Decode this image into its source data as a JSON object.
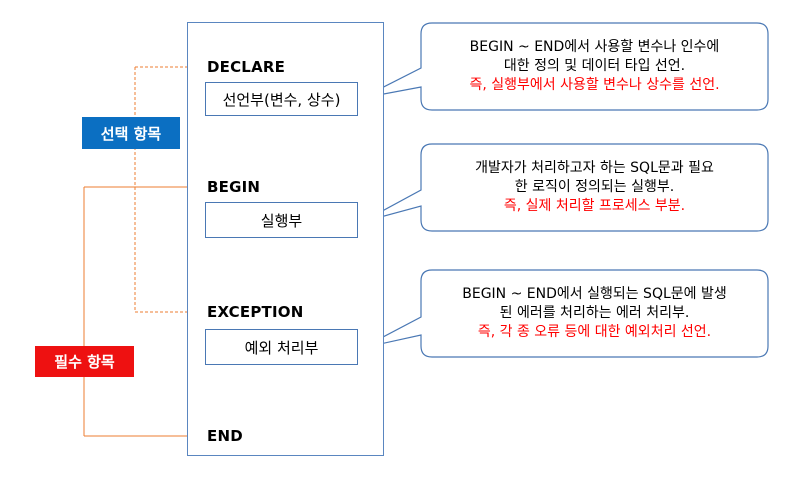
{
  "sections": {
    "declare": {
      "label": "DECLARE",
      "box": "선언부(변수, 상수)"
    },
    "begin": {
      "label": "BEGIN",
      "box": "실행부"
    },
    "exception": {
      "label": "EXCEPTION",
      "box": "예외 처리부"
    },
    "end": {
      "label": "END"
    }
  },
  "tags": {
    "optional": "선택 항목",
    "required": "필수 항목"
  },
  "bubbles": {
    "declare": {
      "line1": "BEGIN ~ END에서 사용할 변수나 인수에",
      "line2": "대한 정의 및 데이터 타입 선언.",
      "line3": "즉, 실행부에서 사용할 변수나 상수를 선언."
    },
    "begin": {
      "line1": "개발자가 처리하고자 하는 SQL문과 필요",
      "line2": "한 로직이 정의되는 실행부.",
      "line3": "즉, 실제 처리할 프로세스 부분."
    },
    "exception": {
      "line1": "BEGIN ~ END에서 실행되는 SQL문에 발생",
      "line2": "된 에러를 처리하는 에러 처리부.",
      "line3": "즉, 각 종 오류 등에 대한 예외처리 선언."
    }
  },
  "colors": {
    "box_border": "#4a78b4",
    "bubble_border": "#4a78b4",
    "connector": "#ed7d31",
    "optional_tag": "#0b6fc2",
    "required_tag": "#ee1111",
    "emphasis_text": "#ff0000"
  }
}
